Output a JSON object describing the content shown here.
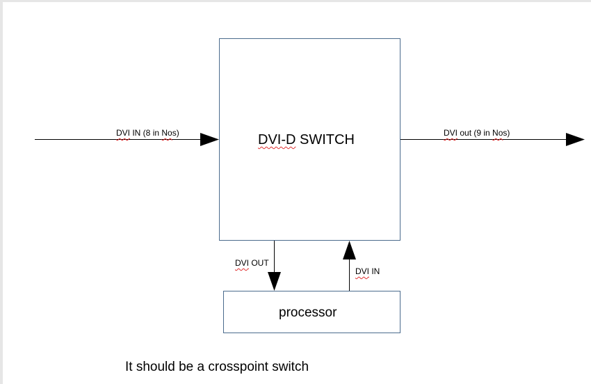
{
  "diagram": {
    "switch_block": {
      "label_part1": "DVI-D",
      "label_part2": " SWITCH"
    },
    "processor_block": {
      "label": "processor"
    },
    "arrows": {
      "input": {
        "w1": "DVI",
        "w2": " IN (8 in ",
        "w3": "No",
        "w4": "s)"
      },
      "output": {
        "w1": "DVI",
        "w2": " out (9 in ",
        "w3": "No",
        "w4": "s)"
      },
      "switch_to_processor": {
        "w1": "DVI",
        "w2": " OUT"
      },
      "processor_to_switch": {
        "w1": "DVI",
        "w2": " IN"
      }
    },
    "note": "It should be a crosspoint switch"
  },
  "colors": {
    "box_stroke": "#4a6a8c",
    "line": "#000000",
    "spell_underline": "#e03030"
  }
}
